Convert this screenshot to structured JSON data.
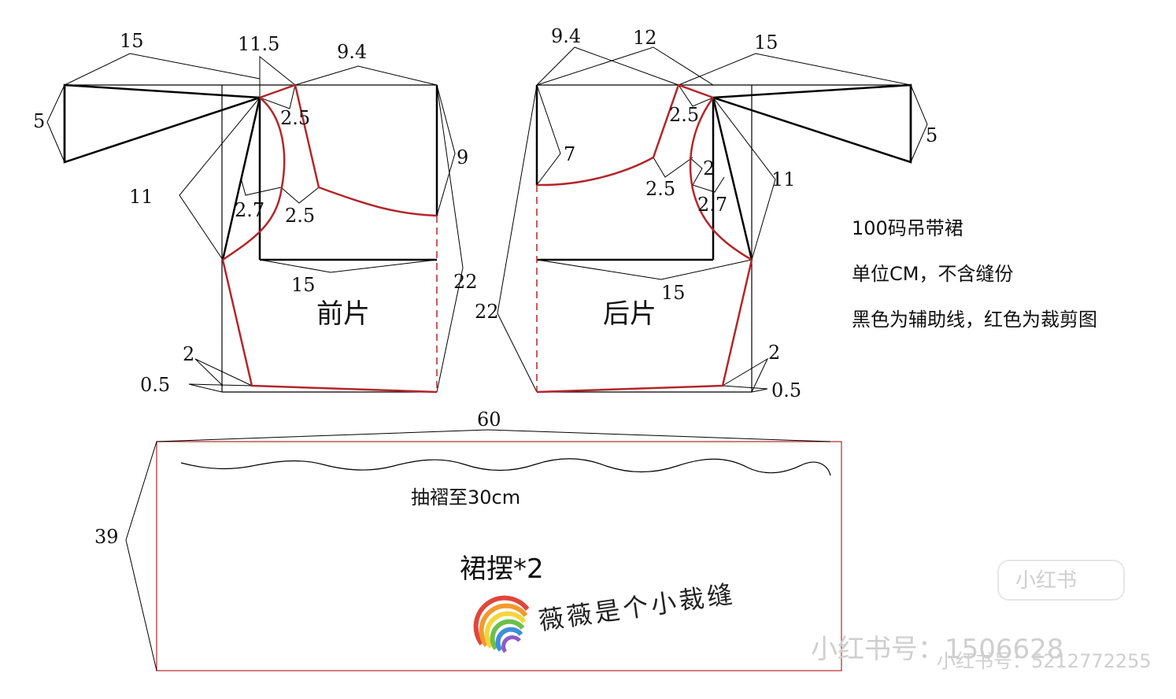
{
  "front": {
    "label": "前片",
    "dims": {
      "top_left": "15",
      "top_mid": "11.5",
      "top_right": "9.4",
      "strap_height": "5",
      "neck_drop": "2.5",
      "armhole_side": "9",
      "armhole_diag": "11",
      "arm_curve_a": "2.7",
      "arm_curve_b": "2.5",
      "chest": "15",
      "side_length": "22",
      "hem_rise": "2",
      "hem_offset": "0.5"
    }
  },
  "back": {
    "label": "后片",
    "dims": {
      "top_left": "9.4",
      "top_mid": "12",
      "top_right": "15",
      "strap_height": "5",
      "neck_drop": "2.5",
      "back_drop": "7",
      "curve_a": "2",
      "curve_b": "2.5",
      "arm_curve": "2.7",
      "armhole_diag": "11",
      "chest": "15",
      "side_length": "22",
      "hem_rise": "2",
      "hem_offset": "0.5"
    }
  },
  "skirt": {
    "label": "裙摆*2",
    "width": "60",
    "height": "39",
    "gather_note": "抽褶至30cm"
  },
  "notes": {
    "line1": "100码吊带裙",
    "line2": "单位CM，不含缝份",
    "line3": "黑色为辅助线，红色为裁剪图"
  },
  "signature": "薇薇是个小裁缝",
  "watermarks": {
    "w1": "小红书号：1506628",
    "w2": "小红书号：5212772255",
    "logo": "小红书"
  },
  "colors": {
    "cut_line": "#b3262a",
    "guide_line": "#000000"
  }
}
